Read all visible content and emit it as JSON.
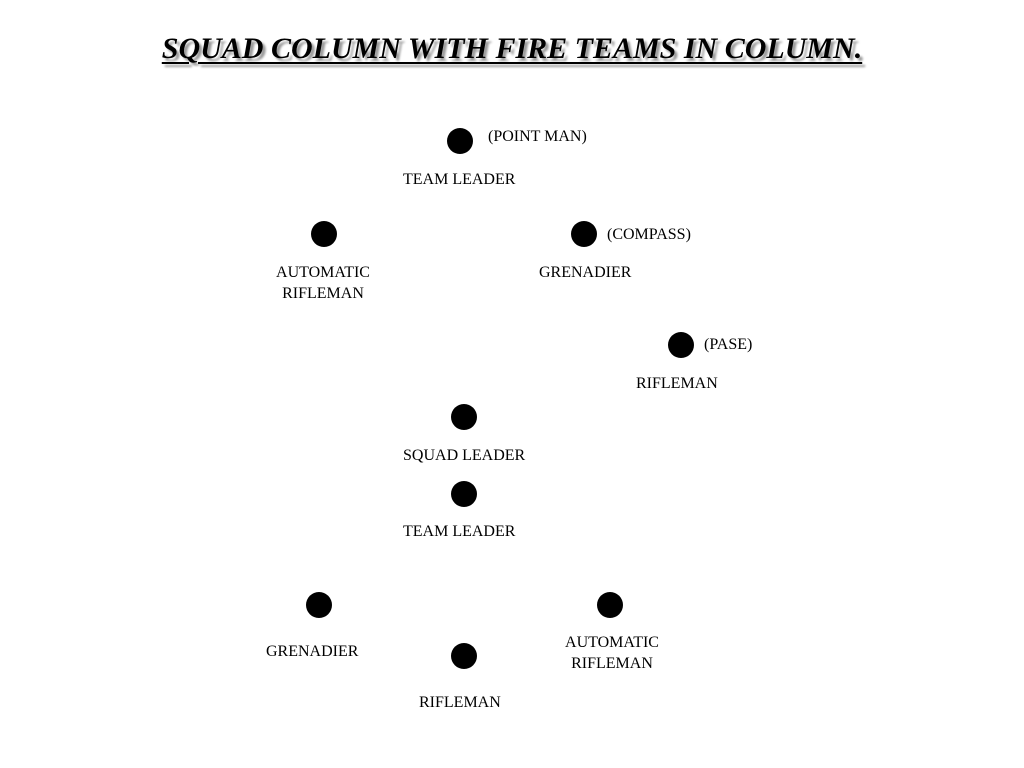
{
  "title": "SQUAD COLUMN WITH FIRE TEAMS IN COLUMN.",
  "colors": {
    "dot": "#000000",
    "text": "#000000",
    "title_shadow": "#9a9a9a"
  },
  "fire_team_1": {
    "team_leader": {
      "role": "TEAM LEADER",
      "note": "(POINT MAN)"
    },
    "automatic_rifleman": {
      "role_line1": "AUTOMATIC",
      "role_line2": "RIFLEMAN"
    },
    "grenadier": {
      "role": "GRENADIER",
      "note": "(COMPASS)"
    },
    "rifleman": {
      "role": "RIFLEMAN",
      "note": "(PASE)"
    }
  },
  "squad_leader": {
    "role": "SQUAD LEADER"
  },
  "fire_team_2": {
    "team_leader": {
      "role": "TEAM LEADER"
    },
    "grenadier": {
      "role": "GRENADIER"
    },
    "automatic_rifleman": {
      "role_line1": "AUTOMATIC",
      "role_line2": "RIFLEMAN"
    },
    "rifleman": {
      "role": "RIFLEMAN"
    }
  }
}
